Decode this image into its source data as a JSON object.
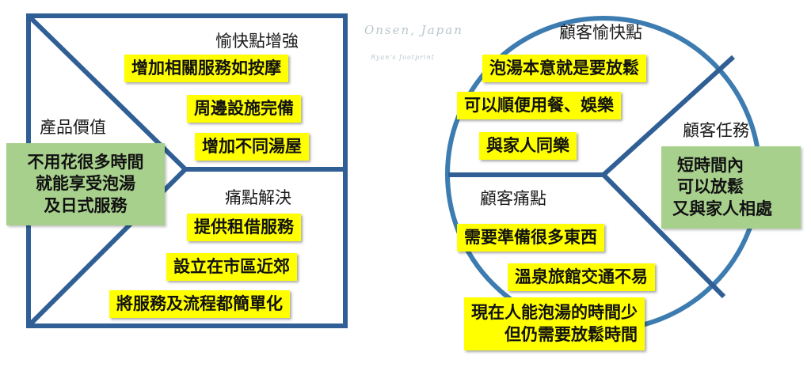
{
  "watermark": {
    "title": "Onsen, Japan",
    "subtitle": "Ryan's footprint"
  },
  "value_proposition": {
    "gain_creators": {
      "heading": "愉快點增強",
      "items": [
        "增加相關服務如按摩",
        "周邊設施完備",
        "增加不同湯屋"
      ]
    },
    "products_services": {
      "heading": "產品價值",
      "lines": [
        "不用花很多時間",
        "就能享受泡湯",
        "及日式服務"
      ]
    },
    "pain_relievers": {
      "heading": "痛點解決",
      "items": [
        "提供租借服務",
        "設立在市區近郊",
        "將服務及流程都簡單化"
      ]
    }
  },
  "customer_profile": {
    "gains": {
      "heading": "顧客愉快點",
      "items": [
        "泡湯本意就是要放鬆",
        "可以順便用餐、娛樂",
        "與家人同樂"
      ]
    },
    "jobs": {
      "heading": "顧客任務",
      "lines": [
        "短時間內",
        "可以放鬆",
        "又與家人相處"
      ]
    },
    "pains": {
      "heading": "顧客痛點",
      "items": [
        "需要準備很多東西",
        "溫泉旅館交通不易"
      ],
      "last_item_lines": [
        "現在人能泡湯的時間少",
        "但仍需要放鬆時間"
      ]
    }
  },
  "colors": {
    "frame_blue": "#2f5f95",
    "circle_blue": "#3d7cb0",
    "note_yellow": "#ffff00",
    "note_green": "#a8d08d"
  }
}
